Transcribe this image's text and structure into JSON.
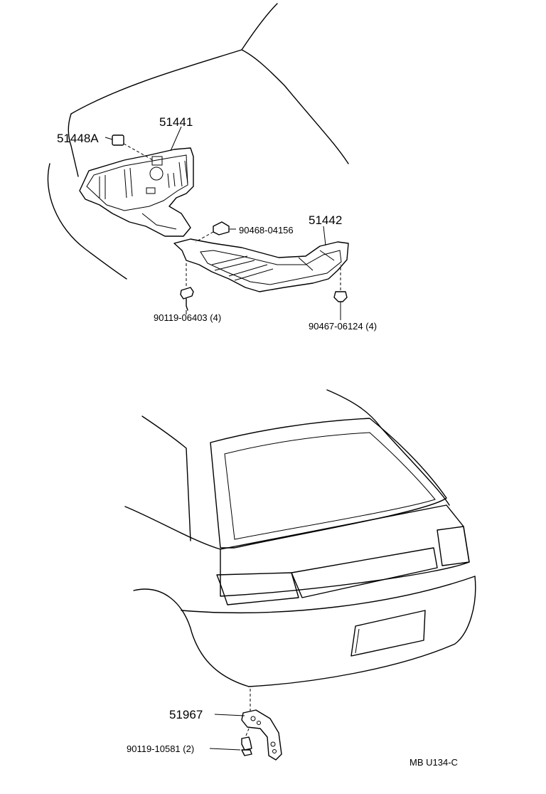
{
  "labels": {
    "p51441": "51441",
    "p51448A": "51448A",
    "p51442": "51442",
    "p90468": "90468-04156",
    "p90119a": "90119-06403 (4)",
    "p90467": "90467-06124 (4)",
    "p51967": "51967",
    "p90119b": "90119-10581 (2)",
    "code": "MB U134-C"
  },
  "colors": {
    "line": "#000000",
    "background": "#ffffff"
  }
}
